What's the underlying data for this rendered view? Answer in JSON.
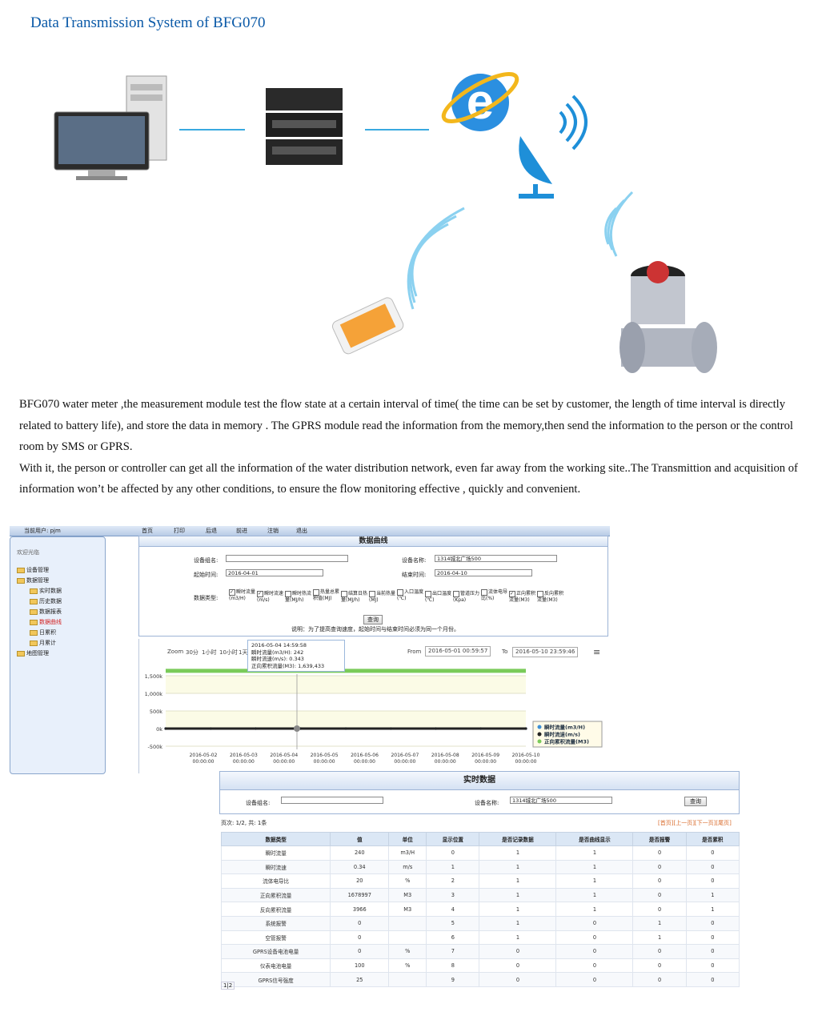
{
  "title": "Data Transmission System of BFG070",
  "description": [
    "BFG070 water meter ,the measurement module test the flow state at a certain interval of time( the time can be set by customer, the length of  time interval is directly related to battery life), and store the data in memory . The GPRS module read the information from the memory,then send the information to the person or the  control room by SMS or GPRS.",
    "With it, the person or controller can get all the information of the water distribution network, even far away from the working site..The Transmittion and acquisition of information won’t be affected by any other conditions, to ensure the flow monitoring effective , quickly and convenient."
  ],
  "diagram_icons": [
    "computer-icon",
    "server-rack-icon",
    "internet-explorer-icon",
    "satellite-dish-icon",
    "smartphone-icon",
    "water-meter-icon",
    "wireless-signal-icon"
  ],
  "app": {
    "user_label": "当前用户: pjm",
    "tabs": [
      "首页",
      "打印",
      "后退",
      "前进",
      "注销",
      "退出"
    ],
    "welcome": "欢迎光临",
    "tree": [
      {
        "label": "设备管理",
        "level": 0
      },
      {
        "label": "数据管理",
        "level": 0
      },
      {
        "label": "实时数据",
        "level": 1
      },
      {
        "label": "历史数据",
        "level": 1
      },
      {
        "label": "数据报表",
        "level": 1
      },
      {
        "label": "数据曲线",
        "level": 1,
        "active": true
      },
      {
        "label": "日累积",
        "level": 1
      },
      {
        "label": "月累计",
        "level": 1
      },
      {
        "label": "地图管理",
        "level": 0
      }
    ],
    "curve_panel": {
      "title": "数据曲线",
      "group_label": "设备组名:",
      "group_value": "",
      "device_label": "设备名称:",
      "device_value": "1314城北广场500",
      "start_label": "起始时间:",
      "start_value": "2016-04-01",
      "end_label": "结束时间:",
      "end_value": "2016-04-10",
      "type_label": "数据类型:",
      "checkboxes": [
        {
          "label": "瞬时流量(m3/H)",
          "checked": true
        },
        {
          "label": "瞬时流速(m/s)",
          "checked": true
        },
        {
          "label": "瞬时热流量(MJ/h)",
          "checked": false
        },
        {
          "label": "热量总累积值(MJ)",
          "checked": false
        },
        {
          "label": "结算日热量(MJ/h)",
          "checked": false
        },
        {
          "label": "当前热量(MJ)",
          "checked": false
        },
        {
          "label": "入口温度(℃)",
          "checked": false
        },
        {
          "label": "出口温度(℃)",
          "checked": false
        },
        {
          "label": "管道压力(Kpa)",
          "checked": false
        },
        {
          "label": "流体电导比(%)",
          "checked": false
        },
        {
          "label": "正向累积流量(M3)",
          "checked": true
        },
        {
          "label": "反向累积流量(M3)",
          "checked": false
        }
      ],
      "query_label": "查询",
      "note": "说明：为了提高查询速度，起始时间与结束时间必须为同一个月份。"
    },
    "chart_controls": {
      "zoom_label": "Zoom",
      "zoom_options": [
        "30分",
        "1小时",
        "10小时",
        "1天"
      ],
      "from_label": "From",
      "from_value": "2016-05-01 00:59:57",
      "to_label": "To",
      "to_value": "2016-05-10 23:59:46",
      "tooltip": {
        "time": "2016-05-04 14:59:58",
        "rows": [
          "瞬时流量(m3/H): 242",
          "瞬时流速(m/s): 0.343",
          "正向累积流量(M3): 1,639,433"
        ]
      }
    },
    "realtime_panel": {
      "title": "实时数据",
      "group_label": "设备组名:",
      "device_label": "设备名称:",
      "device_value": "1314城北广场500",
      "query_label": "查询",
      "page_info": "页次: 1/2, 共: 1条",
      "pager": "[首页][上一页][下一页][尾页]",
      "page_links": "1|2",
      "columns": [
        "数据类型",
        "值",
        "单位",
        "显示位置",
        "是否记录数据",
        "是否曲线显示",
        "是否报警",
        "是否累积"
      ],
      "rows": [
        [
          "瞬时流量",
          "240",
          "m3/H",
          "0",
          "1",
          "1",
          "0",
          "0"
        ],
        [
          "瞬时流速",
          "0.34",
          "m/s",
          "1",
          "1",
          "1",
          "0",
          "0"
        ],
        [
          "流体电导比",
          "20",
          "%",
          "2",
          "1",
          "1",
          "0",
          "0"
        ],
        [
          "正向累积流量",
          "1678997",
          "M3",
          "3",
          "1",
          "1",
          "0",
          "1"
        ],
        [
          "反向累积流量",
          "3966",
          "M3",
          "4",
          "1",
          "1",
          "0",
          "1"
        ],
        [
          "系统报警",
          "0",
          "",
          "5",
          "1",
          "0",
          "1",
          "0"
        ],
        [
          "空管报警",
          "0",
          "",
          "6",
          "1",
          "0",
          "1",
          "0"
        ],
        [
          "GPRS设备电池电量",
          "0",
          "%",
          "7",
          "0",
          "0",
          "0",
          "0"
        ],
        [
          "仪表电池电量",
          "100",
          "%",
          "8",
          "0",
          "0",
          "0",
          "0"
        ],
        [
          "GPRS信号强度",
          "25",
          "",
          "9",
          "0",
          "0",
          "0",
          "0"
        ]
      ]
    }
  },
  "chart_data": {
    "type": "line",
    "x": [
      "2016-05-02 00:00:00",
      "2016-05-03 00:00:00",
      "2016-05-04 00:00:00",
      "2016-05-05 00:00:00",
      "2016-05-06 00:00:00",
      "2016-05-07 00:00:00",
      "2016-05-08 00:00:00",
      "2016-05-09 00:00:00",
      "2016-05-10 00:00:00"
    ],
    "y_ticks": [
      "1,500k",
      "1,000k",
      "500k",
      "0k",
      "-500k"
    ],
    "ylim": [
      -500000,
      1500000
    ],
    "series": [
      {
        "name": "瞬时流量(m3/H)",
        "color": "#3d8fd6",
        "values": [
          240,
          241,
          242,
          240,
          239,
          241,
          242,
          240,
          241
        ]
      },
      {
        "name": "瞬时流速(m/s)",
        "color": "#222222",
        "values": [
          0.34,
          0.34,
          0.343,
          0.34,
          0.34,
          0.34,
          0.343,
          0.34,
          0.34
        ]
      },
      {
        "name": "正向累积流量(M3)",
        "color": "#7acb5a",
        "values": [
          1639000,
          1639150,
          1639433,
          1639600,
          1639800,
          1640000,
          1640200,
          1640400,
          1640600
        ]
      }
    ],
    "grid": true,
    "legend": "right"
  }
}
